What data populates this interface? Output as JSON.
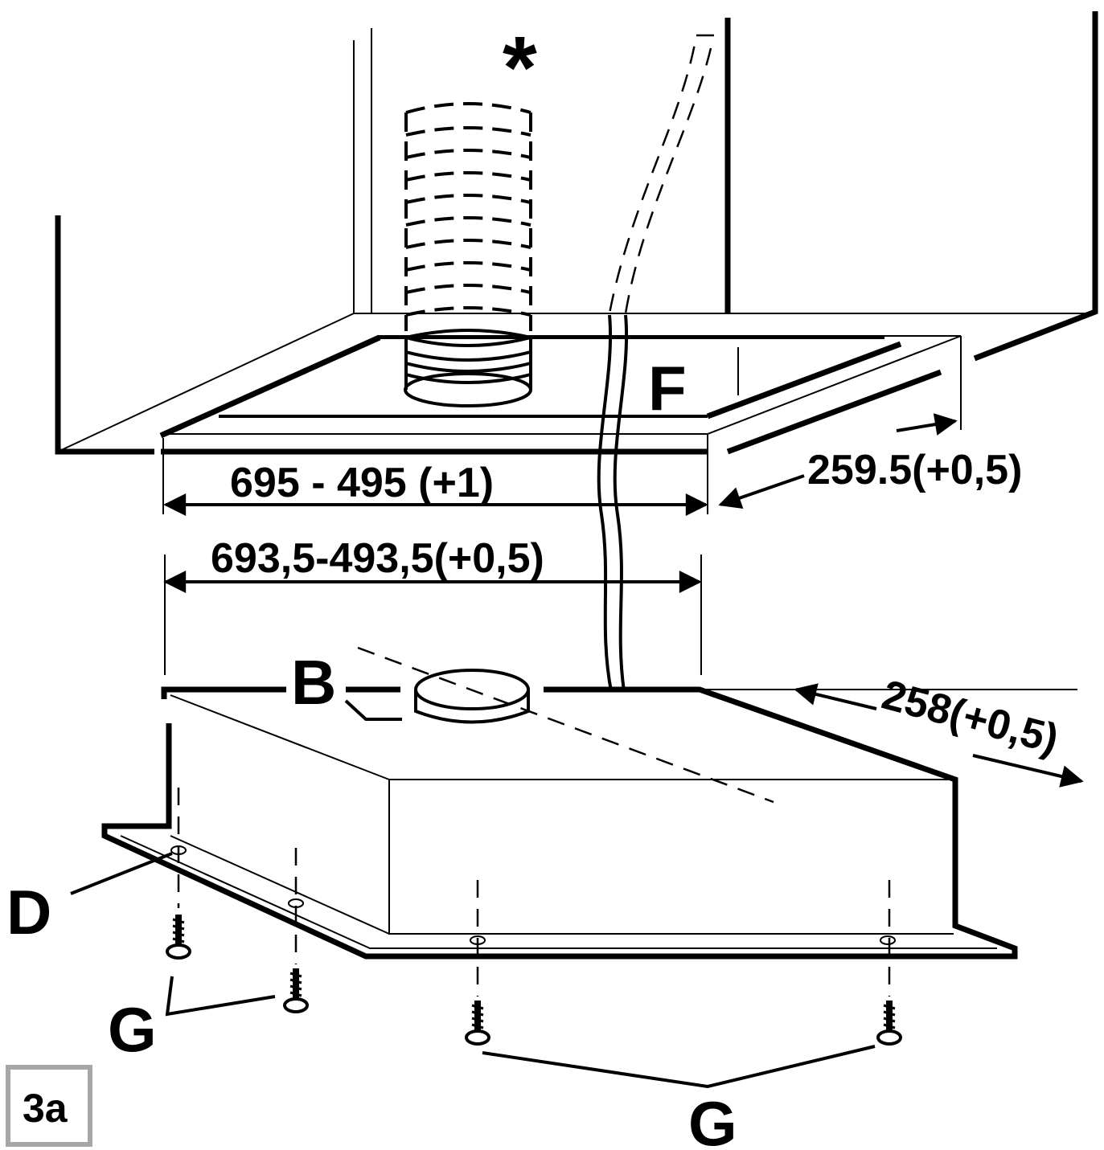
{
  "labels": {
    "asterisk": "*",
    "F": "F",
    "B": "B",
    "D": "D",
    "G_left": "G",
    "G_bottom": "G",
    "figure_tag": "3a"
  },
  "dimensions": {
    "cutout_width": "695 - 495 (+1)",
    "cutout_depth": "259.5(+0,5)",
    "unit_width": "693,5-493,5(+0,5)",
    "unit_depth": "258(+0,5)"
  }
}
